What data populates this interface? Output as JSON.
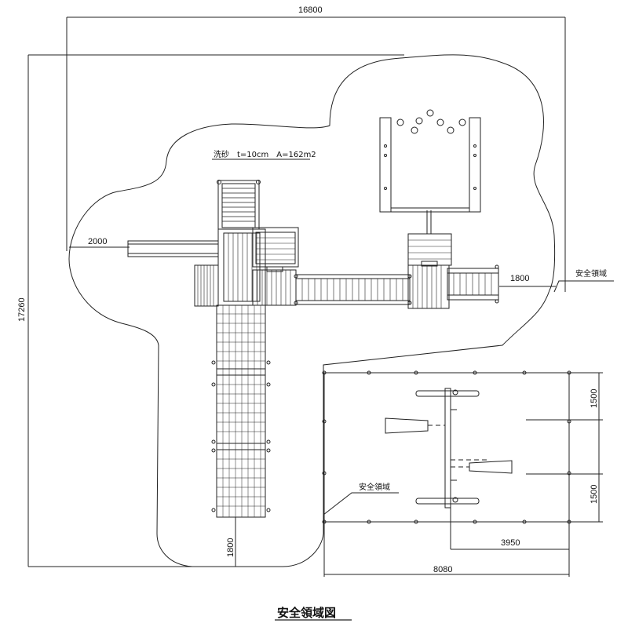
{
  "drawing": {
    "title": "安全領域図",
    "sand_note": "洗砂　t=10cm　A=162m2",
    "safety_area_labels": [
      "安全領域",
      "安全領域"
    ]
  },
  "dimensions": {
    "overall_width": "16800",
    "overall_height": "17260",
    "slide_clearance": "2000",
    "right_clearance": "1800",
    "bottom_clearance": "1800",
    "swing_upper": "1500",
    "swing_lower": "1500",
    "swing_half_width": "3950",
    "swing_width": "8080"
  }
}
